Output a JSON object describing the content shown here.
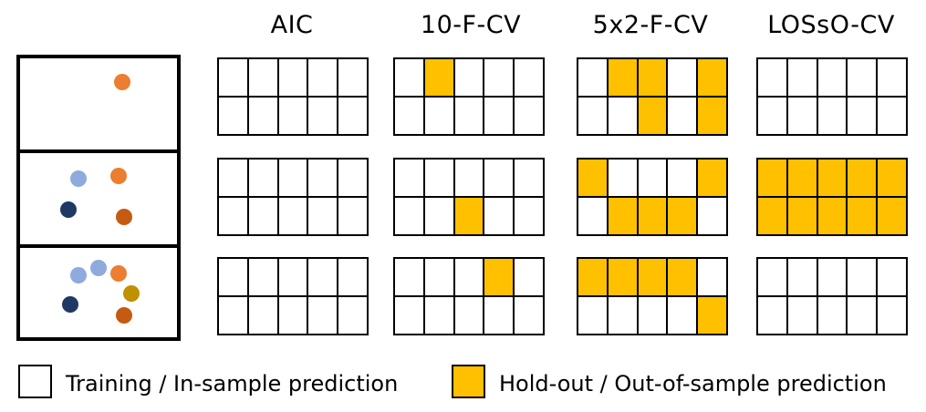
{
  "columns": [
    "AIC",
    "10-F-CV",
    "5x2-F-CV",
    "LOSsO-CV"
  ],
  "colors": {
    "held_out": "#ffc000",
    "training": "#ffffff",
    "dot_orange": "#ed7d31",
    "dot_light_blue": "#8faadc",
    "dot_navy": "#1f3864",
    "dot_brown": "#c55a11",
    "dot_gold": "#bf9000"
  },
  "panels": [
    {
      "dots": [
        "dot_orange"
      ]
    },
    {
      "dots": [
        "dot_light_blue",
        "dot_orange",
        "dot_navy",
        "dot_brown"
      ]
    },
    {
      "dots": [
        "dot_light_blue",
        "dot_light_blue",
        "dot_orange",
        "dot_gold",
        "dot_navy",
        "dot_brown"
      ]
    }
  ],
  "grids": [
    [
      [
        [
          0,
          0,
          0,
          0,
          0
        ],
        [
          0,
          0,
          0,
          0,
          0
        ]
      ],
      [
        [
          0,
          1,
          0,
          0,
          0
        ],
        [
          0,
          0,
          0,
          0,
          0
        ]
      ],
      [
        [
          0,
          1,
          1,
          0,
          1
        ],
        [
          0,
          0,
          1,
          0,
          1
        ]
      ],
      [
        [
          0,
          0,
          0,
          0,
          0
        ],
        [
          0,
          0,
          0,
          0,
          0
        ]
      ]
    ],
    [
      [
        [
          0,
          0,
          0,
          0,
          0
        ],
        [
          0,
          0,
          0,
          0,
          0
        ]
      ],
      [
        [
          0,
          0,
          0,
          0,
          0
        ],
        [
          0,
          0,
          1,
          0,
          0
        ]
      ],
      [
        [
          1,
          0,
          0,
          0,
          1
        ],
        [
          0,
          1,
          1,
          1,
          0
        ]
      ],
      [
        [
          1,
          1,
          1,
          1,
          1
        ],
        [
          1,
          1,
          1,
          1,
          1
        ]
      ]
    ],
    [
      [
        [
          0,
          0,
          0,
          0,
          0
        ],
        [
          0,
          0,
          0,
          0,
          0
        ]
      ],
      [
        [
          0,
          0,
          0,
          1,
          0
        ],
        [
          0,
          0,
          0,
          0,
          0
        ]
      ],
      [
        [
          1,
          1,
          1,
          1,
          0
        ],
        [
          0,
          0,
          0,
          0,
          1
        ]
      ],
      [
        [
          0,
          0,
          0,
          0,
          0
        ],
        [
          0,
          0,
          0,
          0,
          0
        ]
      ]
    ]
  ],
  "legend": {
    "training_label": "Training  / In-sample prediction",
    "holdout_label": "Hold-out / Out-of-sample prediction"
  }
}
